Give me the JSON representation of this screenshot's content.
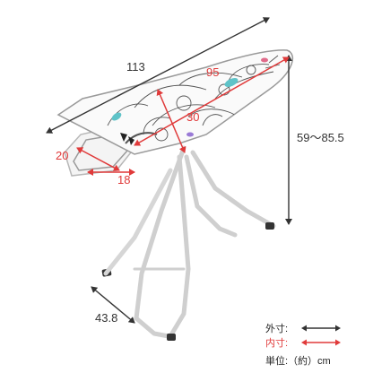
{
  "dimensions": {
    "outer": {
      "length": "113",
      "height": "59〜85.5",
      "depth": "43.8"
    },
    "inner": {
      "board_length": "95",
      "board_width": "30",
      "rest_width": "20",
      "rest_depth": "18"
    }
  },
  "legend": {
    "outer_label": "外寸:",
    "inner_label": "内寸:",
    "unit_label": "単位:（約）cm"
  },
  "colors": {
    "outer_arrow": "#333333",
    "inner_arrow": "#e03a3a",
    "frame": "#f2f2f2",
    "frame_edge": "#b8b8b8",
    "pattern_ink": "#555555",
    "accent_teal": "#5fc3c8",
    "accent_pink": "#e06a8a"
  }
}
